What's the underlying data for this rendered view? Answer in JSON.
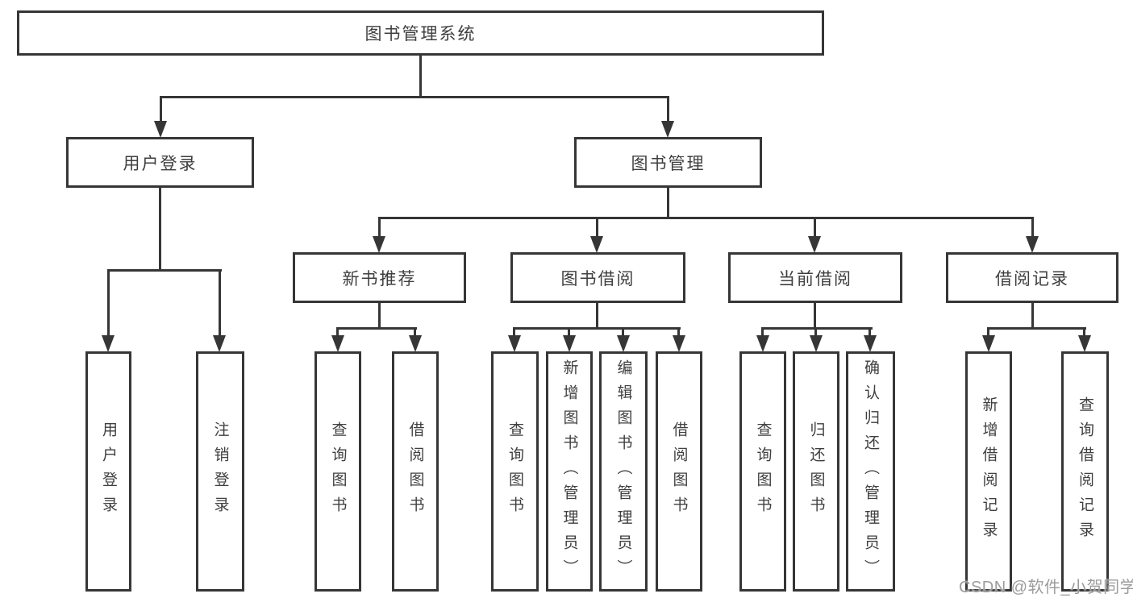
{
  "diagram": {
    "title": "图书管理系统",
    "level2": {
      "user_login": "用户登录",
      "book_mgmt": "图书管理"
    },
    "level3": {
      "new_book_rec": "新书推荐",
      "book_borrow": "图书借阅",
      "current_borrow": "当前借阅",
      "borrow_records": "借阅记录"
    },
    "leaves": {
      "user_login": [
        "用户登录",
        "注销登录"
      ],
      "new_book_rec": [
        "查询图书",
        "借阅图书"
      ],
      "book_borrow": [
        "查询图书",
        "新增图书（管理员）",
        "编辑图书（管理员）",
        "借阅图书"
      ],
      "current_borrow": [
        "查询图书",
        "归还图书",
        "确认归还（管理员）"
      ],
      "borrow_records": [
        "新增借阅记录",
        "查询借阅记录"
      ]
    }
  },
  "watermark": {
    "text": "CSDN @软件_小贺同学"
  },
  "colors": {
    "line": "#363636",
    "text": "#3f3f3f",
    "watermark": "#9c9c9c",
    "bg": "#ffffff"
  }
}
